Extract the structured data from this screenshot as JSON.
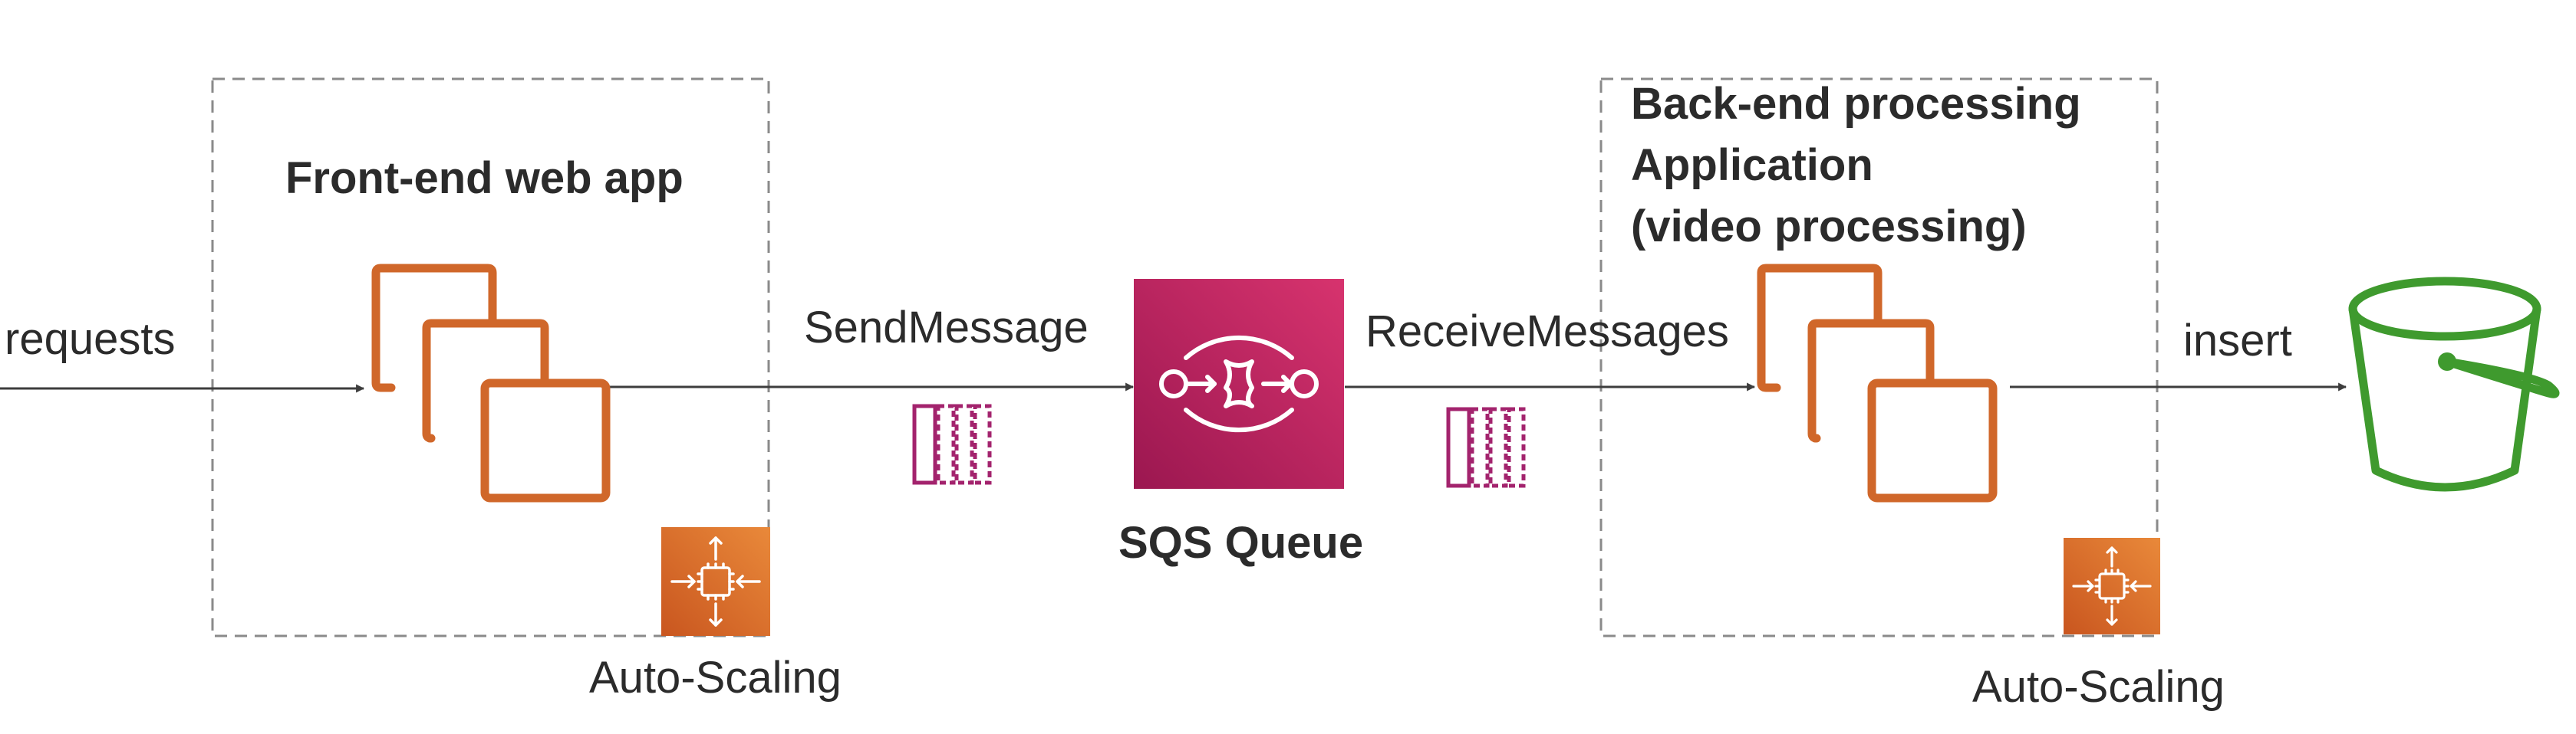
{
  "labels": {
    "requests": "requests",
    "send_message": "SendMessage",
    "receive_messages": "ReceiveMessages",
    "insert": "insert",
    "front_end_title": "Front-end web app",
    "sqs_queue": "SQS Queue",
    "back_end_title_lines": [
      "Back-end processing",
      "Application",
      "(video processing)"
    ],
    "auto_scaling_left": "Auto-Scaling",
    "auto_scaling_right": "Auto-Scaling"
  },
  "icons": {
    "instances": "ec2-instances-icon",
    "auto_scaling": "auto-scaling-icon",
    "sqs": "sqs-queue-icon",
    "message": "message-icon",
    "bucket": "s3-bucket-icon"
  },
  "colors": {
    "ec2_orange": "#D0672A",
    "autoscaling_orange": "#DD7733",
    "sqs_magenta": "#B0185E",
    "message_magenta": "#A3236D",
    "s3_green": "#3F9A2E",
    "arrow": "#3d3d3d",
    "group_border": "#8a8a8a"
  }
}
